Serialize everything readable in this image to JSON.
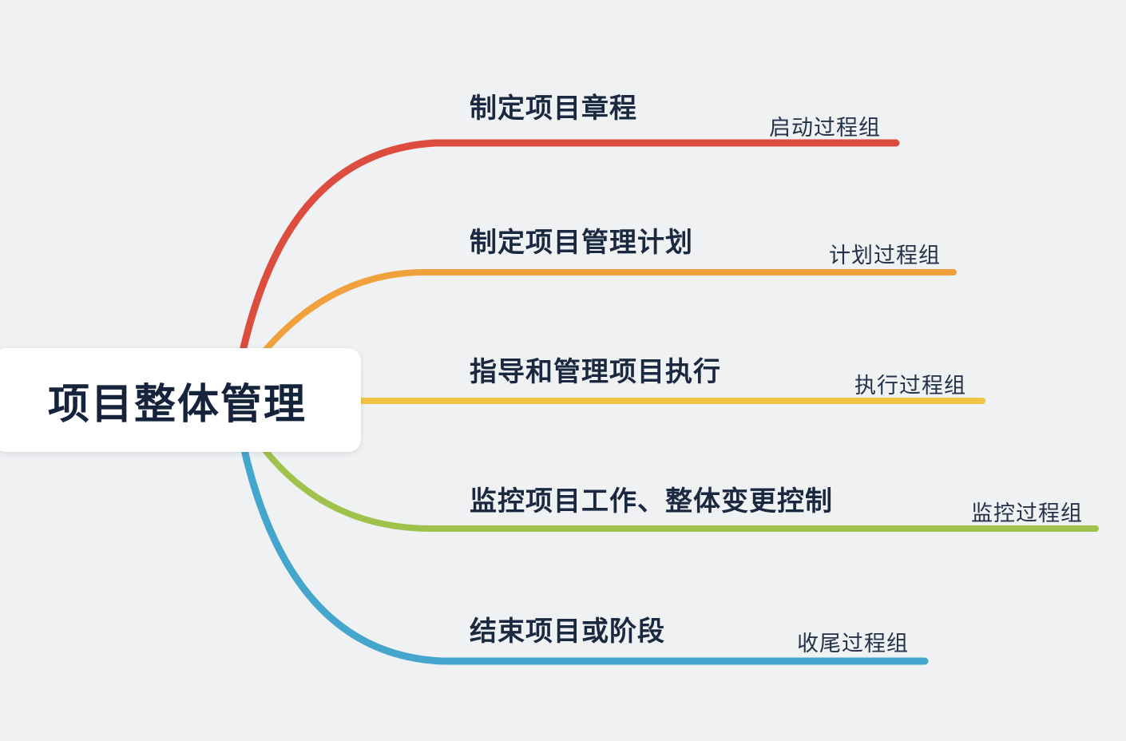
{
  "canvas": {
    "background": "#eff1f3"
  },
  "root": {
    "label": "项目整体管理",
    "background": "#ffffff",
    "text_color": "#15233b"
  },
  "branches": [
    {
      "title": "制定项目章程",
      "tag": "启动过程组",
      "color": "#dc4c3f"
    },
    {
      "title": "制定项目管理计划",
      "tag": "计划过程组",
      "color": "#f0a13b"
    },
    {
      "title": "指导和管理项目执行",
      "tag": "执行过程组",
      "color": "#eec643"
    },
    {
      "title": "监控项目工作、整体变更控制",
      "tag": "监控过程组",
      "color": "#9fc24d"
    },
    {
      "title": "结束项目或阶段",
      "tag": "收尾过程组",
      "color": "#45a6cd"
    }
  ]
}
